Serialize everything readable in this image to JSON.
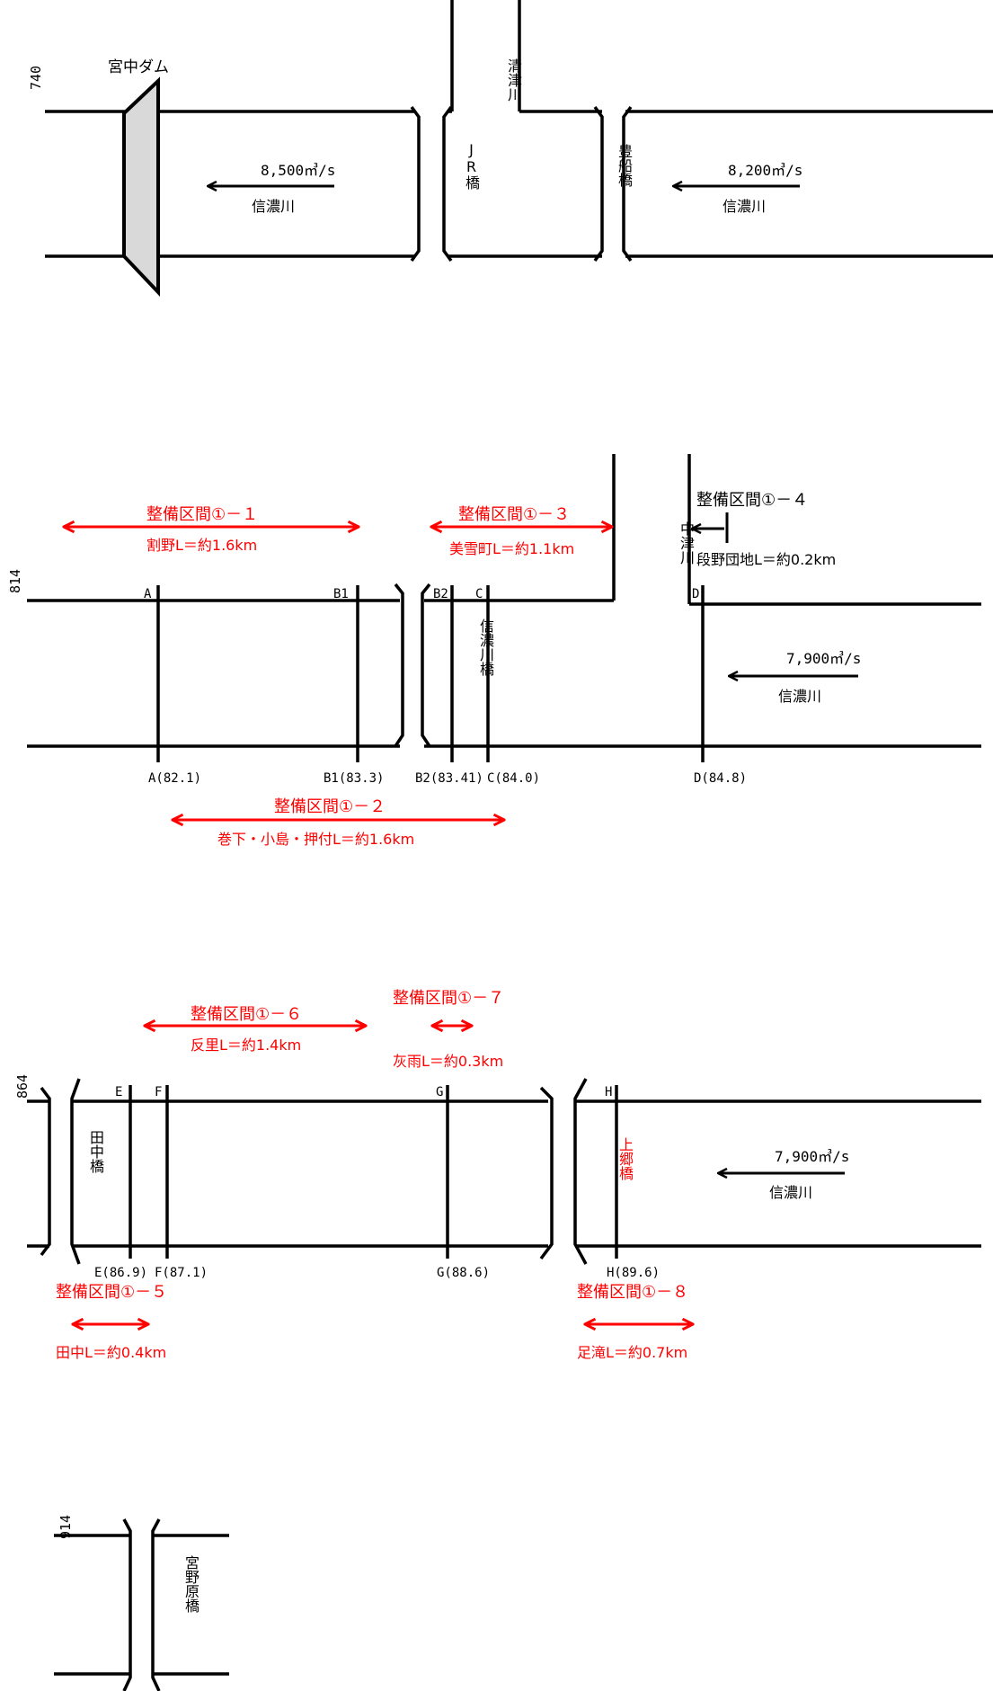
{
  "colors": {
    "line": "#000000",
    "highlight": "#ff0000",
    "dam_fill": "#d9d9d9"
  },
  "row1": {
    "km": "740",
    "dam": "宮中ダム",
    "tributary": "清津川",
    "flow_left": {
      "value": "8,500㎥/s",
      "river": "信濃川"
    },
    "flow_right": {
      "value": "8,200㎥/s",
      "river": "信濃川"
    },
    "bridge_jr": "JR橋",
    "bridge_toyofune": "豊船橋"
  },
  "row2": {
    "km": "814",
    "tributary": "中津川",
    "bridge": "信濃川橋",
    "flow": {
      "value": "7,900㎥/s",
      "river": "信濃川"
    },
    "points": [
      {
        "code": "A",
        "bottom": "A(82.1)"
      },
      {
        "code": "B1",
        "bottom": "B1(83.3)"
      },
      {
        "code": "B2",
        "bottom": "B2(83.41)"
      },
      {
        "code": "C",
        "bottom": "C(84.0)"
      },
      {
        "code": "D",
        "bottom": "D(84.8)"
      }
    ],
    "sections": [
      {
        "title": "整備区間①－１",
        "detail": "割野L＝約1.6km"
      },
      {
        "title": "整備区間①－２",
        "detail": "巻下・小島・押付L＝約1.6km"
      },
      {
        "title": "整備区間①－３",
        "detail": "美雪町L＝約1.1km"
      },
      {
        "title": "整備区間①－４",
        "detail": "段野団地L＝約0.2km"
      }
    ]
  },
  "row3": {
    "km": "864",
    "bridge_tanaka": "田中橋",
    "bridge_kamigo": "上郷橋",
    "flow": {
      "value": "7,900㎥/s",
      "river": "信濃川"
    },
    "points": [
      {
        "code": "E",
        "bottom": "E(86.9)"
      },
      {
        "code": "F",
        "bottom": "F(87.1)"
      },
      {
        "code": "G",
        "bottom": "G(88.6)"
      },
      {
        "code": "H",
        "bottom": "H(89.6)"
      }
    ],
    "sections": [
      {
        "title": "整備区間①－５",
        "detail": "田中L＝約0.4km"
      },
      {
        "title": "整備区間①－６",
        "detail": "反里L＝約1.4km"
      },
      {
        "title": "整備区間①－７",
        "detail": "灰雨L＝約0.3km"
      },
      {
        "title": "整備区間①－８",
        "detail": "足滝L＝約0.7km"
      }
    ]
  },
  "row4": {
    "km": "914",
    "bridge": "宮野原橋"
  }
}
